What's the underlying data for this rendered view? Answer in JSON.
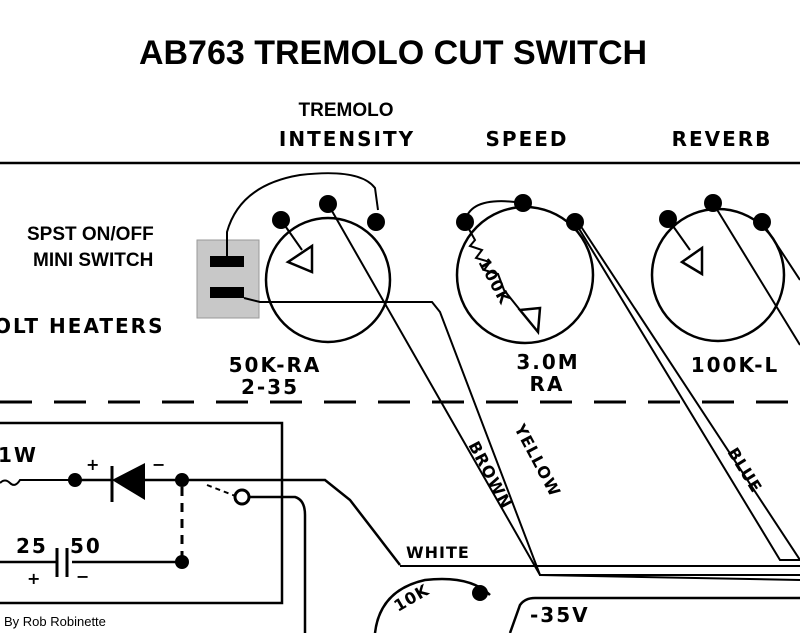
{
  "title": "AB763 TREMOLO CUT SWITCH",
  "switch_label": {
    "line1": "SPST ON/OFF",
    "line2": "MINI SWITCH"
  },
  "controls": {
    "tremolo": "TREMOLO",
    "intensity": "INTENSITY",
    "speed": "SPEED",
    "reverb": "REVERB"
  },
  "heaters": "OLT HEATERS",
  "pots": {
    "intensity": {
      "value": "50K-RA",
      "part": "2-35"
    },
    "speed": {
      "value": "3.0M",
      "part": "RA",
      "resistor": "100K"
    },
    "reverb": {
      "value": "100K-L"
    }
  },
  "wires": {
    "brown": "BROWN",
    "yellow": "YELLOW",
    "blue": "BLUE",
    "white": "WHITE"
  },
  "lower": {
    "watt": "1W",
    "cap1": "25",
    "cap2": "50",
    "plus": "+",
    "minus": "−",
    "trim": "10K",
    "voltage": "-35V"
  },
  "credit": "By Rob Robinette",
  "colors": {
    "switch_body": "#c8c8c8",
    "ink": "#000000"
  }
}
